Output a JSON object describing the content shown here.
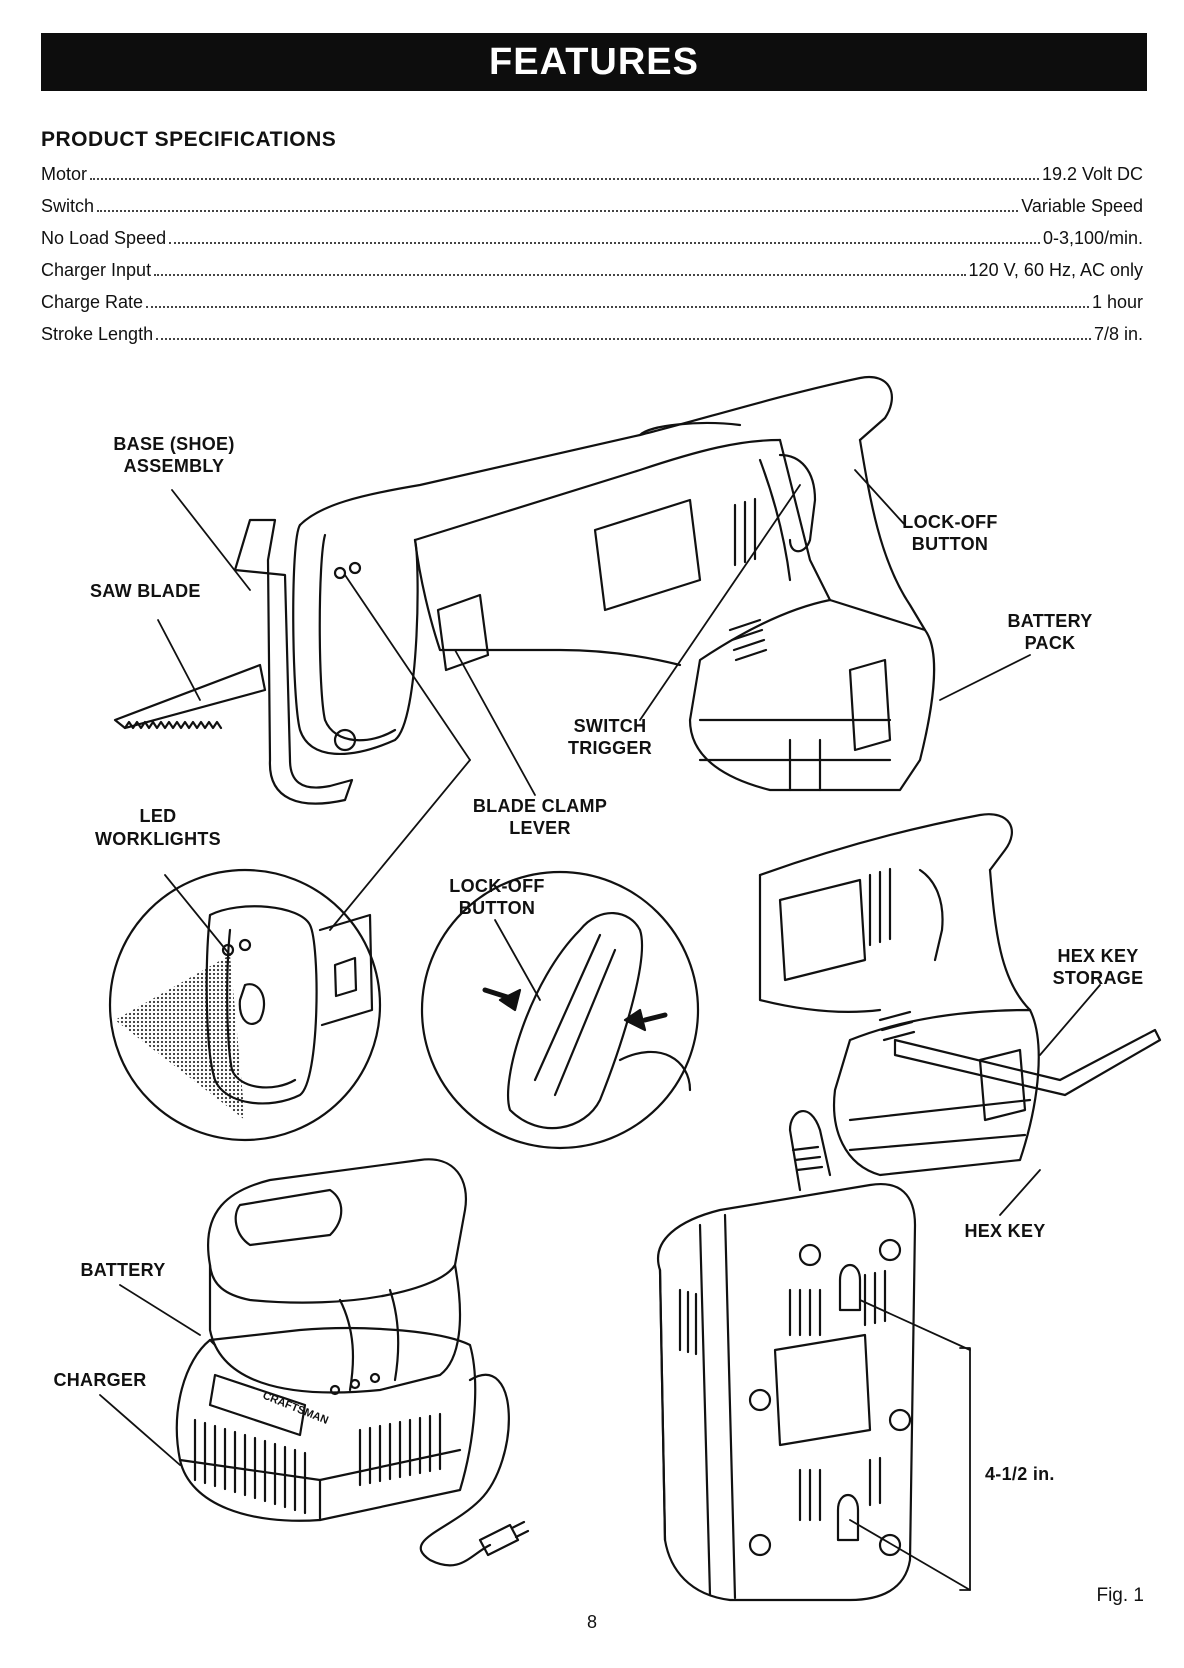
{
  "header": {
    "title": "FEATURES"
  },
  "specs": {
    "heading": "PRODUCT SPECIFICATIONS",
    "rows": [
      {
        "label": "Motor",
        "value": "19.2 Volt DC"
      },
      {
        "label": "Switch",
        "value": "Variable Speed"
      },
      {
        "label": "No Load Speed",
        "value": "0-3,100/min."
      },
      {
        "label": "Charger Input",
        "value": "120 V, 60 Hz, AC only"
      },
      {
        "label": "Charge Rate",
        "value": "1 hour"
      },
      {
        "label": "Stroke Length",
        "value": "7/8 in."
      }
    ]
  },
  "callouts": {
    "base_shoe_1": "BASE (SHOE)",
    "base_shoe_2": "ASSEMBLY",
    "saw_blade": "SAW BLADE",
    "lock_off_top_1": "LOCK-OFF",
    "lock_off_top_2": "BUTTON",
    "battery_pack_1": "BATTERY",
    "battery_pack_2": "PACK",
    "switch_trigger_1": "SWITCH",
    "switch_trigger_2": "TRIGGER",
    "blade_clamp_1": "BLADE CLAMP",
    "blade_clamp_2": "LEVER",
    "led_1": "LED",
    "led_2": "WORKLIGHTS",
    "lock_off_mid_1": "LOCK-OFF",
    "lock_off_mid_2": "BUTTON",
    "hex_storage_1": "HEX KEY",
    "hex_storage_2": "STORAGE",
    "hex_key": "HEX KEY",
    "battery": "BATTERY",
    "charger": "CHARGER",
    "dimension": "4-1/2 in.",
    "charger_brand": "CRAFTSMAN"
  },
  "footer": {
    "page_number": "8",
    "figure_label": "Fig. 1"
  }
}
